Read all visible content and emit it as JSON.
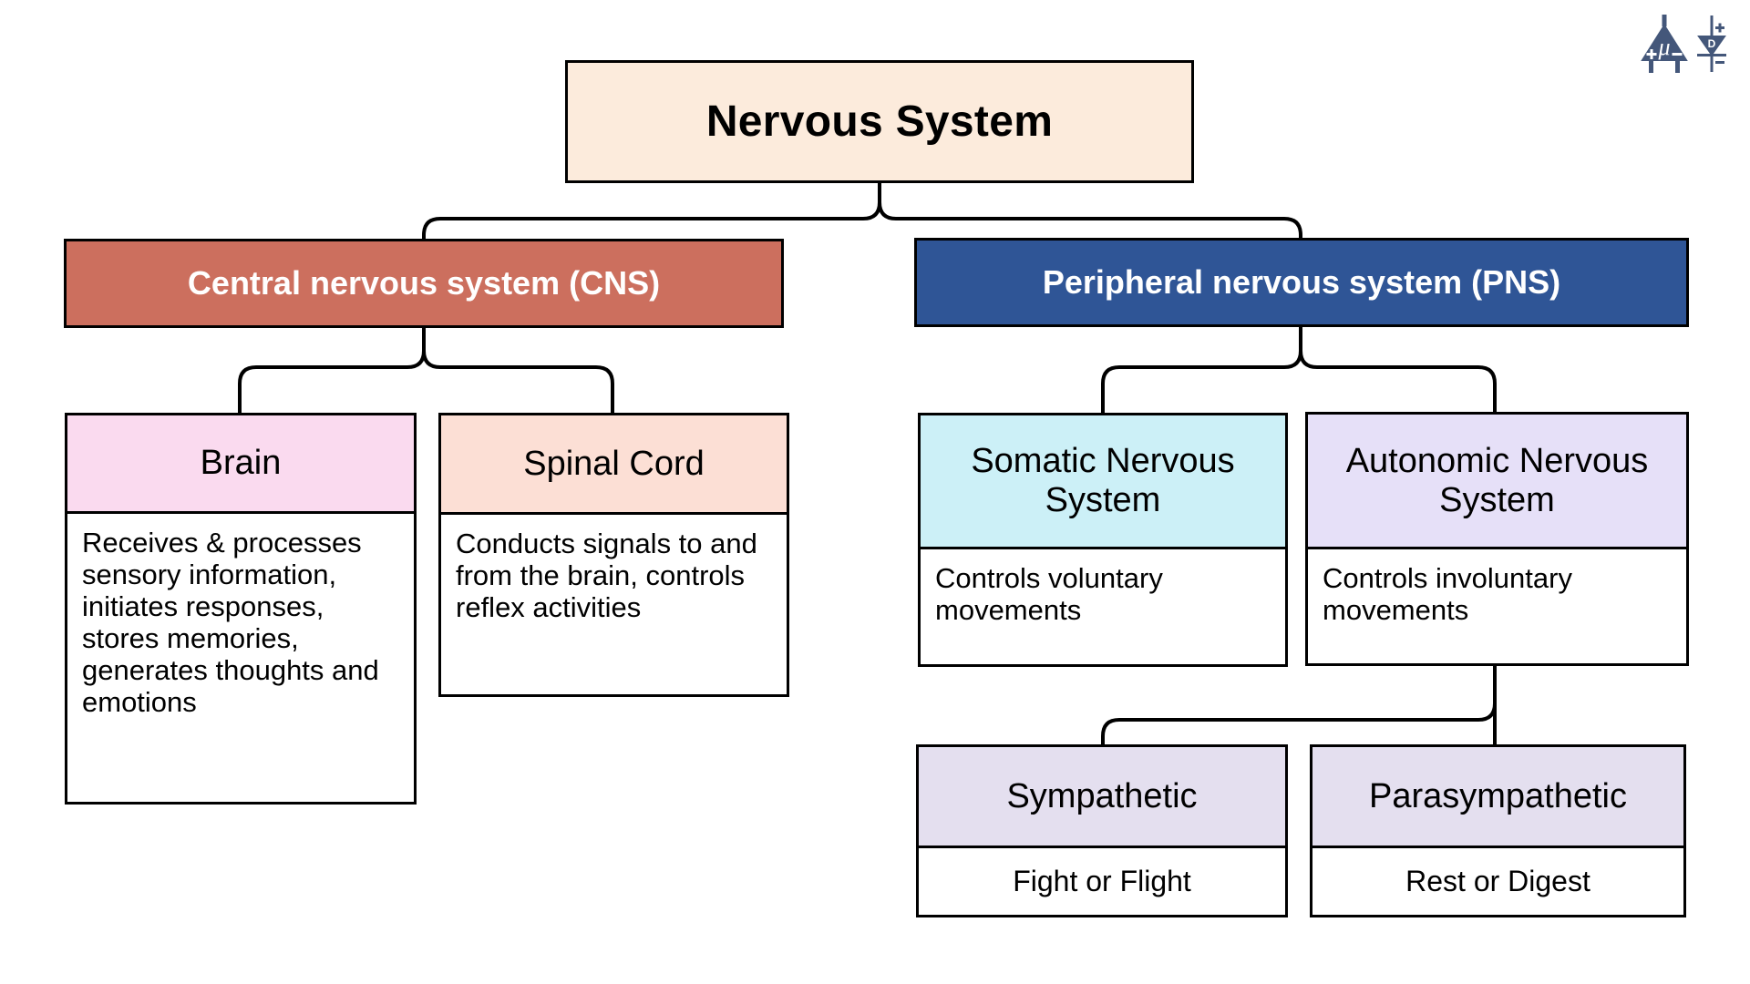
{
  "diagram": {
    "title": "Nervous System",
    "type": "hierarchy-tree",
    "root": {
      "id": "root",
      "label": "Nervous System",
      "fill": "#FCEBDC",
      "text_color": "#000000"
    },
    "nodes": [
      {
        "id": "cns",
        "label": "Central nervous system (CNS)",
        "fill": "#CC6F5E",
        "text_color": "#FFFFFF",
        "parent": "root",
        "description": ""
      },
      {
        "id": "pns",
        "label": "Peripheral nervous system (PNS)",
        "fill": "#2F5596",
        "text_color": "#FFFFFF",
        "parent": "root",
        "description": ""
      },
      {
        "id": "brain",
        "label": "Brain",
        "fill": "#FADAEF",
        "text_color": "#000000",
        "parent": "cns",
        "description": "Receives & processes sensory information, initiates responses, stores memories, generates thoughts and emotions"
      },
      {
        "id": "spinal",
        "label": "Spinal Cord",
        "fill": "#FCDFD5",
        "text_color": "#000000",
        "parent": "cns",
        "description": "Conducts signals to and from the brain, controls reflex activities"
      },
      {
        "id": "somatic",
        "label": "Somatic Nervous System",
        "fill": "#CCF0F7",
        "text_color": "#000000",
        "parent": "pns",
        "description": "Controls voluntary movements"
      },
      {
        "id": "autonomic",
        "label": "Autonomic Nervous System",
        "fill": "#E6E0F8",
        "text_color": "#000000",
        "parent": "pns",
        "description": "Controls involuntary movements"
      },
      {
        "id": "sympathetic",
        "label": "Sympathetic",
        "fill": "#E4DFEF",
        "text_color": "#000000",
        "parent": "autonomic",
        "description": "Fight or Flight"
      },
      {
        "id": "parasympathetic",
        "label": "Parasympathetic",
        "fill": "#E4DFEF",
        "text_color": "#000000",
        "parent": "autonomic",
        "description": "Rest or Digest"
      }
    ],
    "edges": [
      {
        "from": "root",
        "to": "cns"
      },
      {
        "from": "root",
        "to": "pns"
      },
      {
        "from": "cns",
        "to": "brain"
      },
      {
        "from": "cns",
        "to": "spinal"
      },
      {
        "from": "pns",
        "to": "somatic"
      },
      {
        "from": "pns",
        "to": "autonomic"
      },
      {
        "from": "autonomic",
        "to": "sympathetic"
      },
      {
        "from": "autonomic",
        "to": "parasympathetic"
      }
    ],
    "connector_color": "#000000",
    "border_color": "#000000",
    "background": "#FFFFFF"
  },
  "branding": {
    "logo_name": "opamp-diode-logo",
    "opamp_symbol": "μ",
    "opamp_plus": "+",
    "opamp_minus": "−",
    "diode_symbol": "D",
    "diode_plus": "+",
    "diode_minus": "−",
    "logo_color": "#44577A"
  }
}
